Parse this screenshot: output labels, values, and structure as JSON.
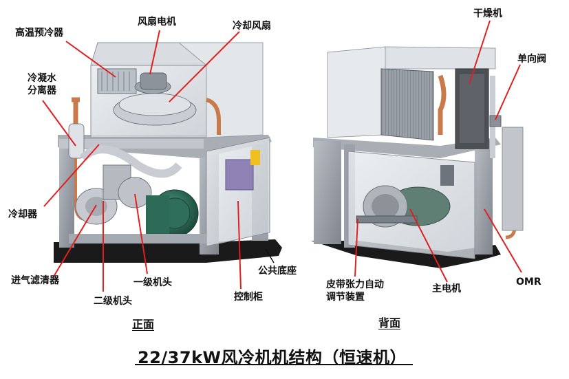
{
  "title": "22/37kW风冷机机结构（恒速机）",
  "views": {
    "front": "正面",
    "back": "背面"
  },
  "labels": {
    "fan_motor": "风扇电机",
    "hot_precooler": "高温预冷器",
    "cooling_fan": "冷却风扇",
    "condensate_separator_1": "冷凝水",
    "condensate_separator_2": "分离器",
    "cooler": "冷却器",
    "intake_filter": "进气滤清器",
    "stage2_head": "二级机头",
    "stage1_head": "一级机头",
    "control_cabinet": "控制柜",
    "common_base": "公共底座",
    "dryer": "干燥机",
    "check_valve": "单向阀",
    "belt_tensioner_1": "皮带张力自动",
    "belt_tensioner_2": "调节装置",
    "main_motor": "主电机",
    "omr": "OMR"
  },
  "colors": {
    "leader": "#e02020",
    "frame": "#8c8f96",
    "base": "#1a1a1a",
    "motor": "#2f6e5a",
    "pipe_copper": "#c87a4a",
    "pipe_silver": "#c9ccd2",
    "panel_glass": "#dfe3e8"
  }
}
